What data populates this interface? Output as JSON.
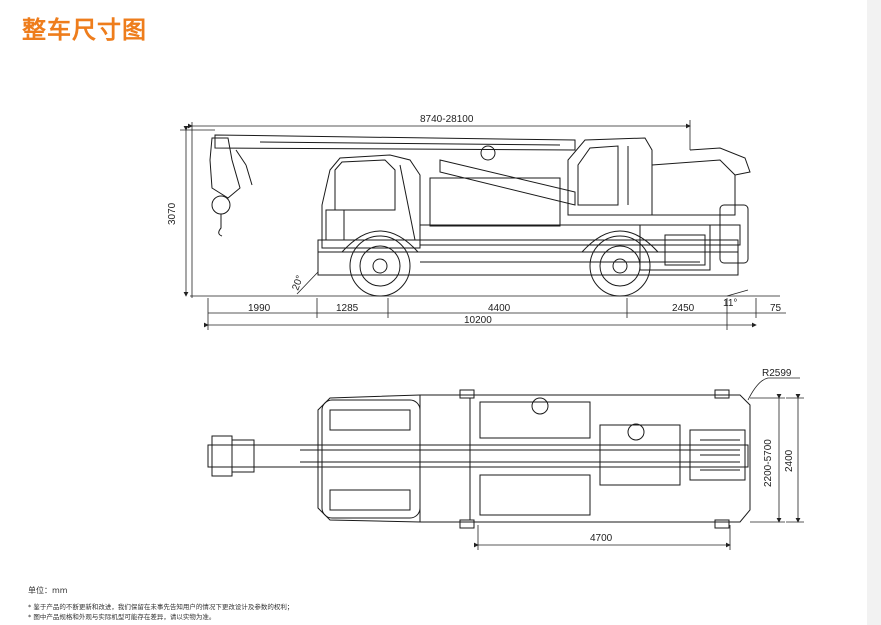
{
  "page": {
    "title": "整车尺寸图"
  },
  "colors": {
    "title": "#ee7d1c",
    "line": "#1a1a1a"
  },
  "side_view": {
    "boom_length": "8740-28100",
    "overall_height": "3070",
    "approach_angle": "20°",
    "departure_angle": "11°",
    "segments": [
      "1990",
      "1285",
      "4400",
      "2450",
      "75"
    ],
    "overall_length": "10200"
  },
  "top_view": {
    "turning_radius": "R2599",
    "outrigger_span": "2200-5700",
    "overall_width": "2400",
    "outrigger_longitudinal": "4700"
  },
  "notes": {
    "unit": "单位：mm",
    "note1": "* 鉴于产品的不断更新和改进，我们保留在未事先告知用户的情况下更改设计及参数的权利；",
    "note2": "* 图中产品规格和外观与实际机型可能存在差异，请以实物为准。"
  }
}
